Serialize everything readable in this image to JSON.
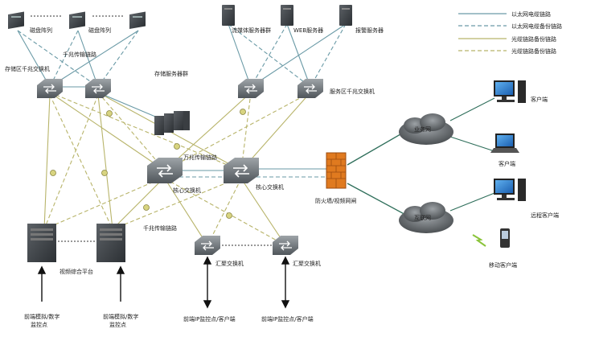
{
  "legend": {
    "eth_main": "以太网电缆链路",
    "eth_backup": "以太网电缆备份链路",
    "fiber_main": "光缆链路备份链路",
    "fiber_backup": "光缆链路备份链路"
  },
  "colors": {
    "eth": "#6a9aa6",
    "fiber": "#b8b46a",
    "device": "#6e7378",
    "cloud": "#5a5f62",
    "firewall": "#e07a1f"
  },
  "labels": {
    "disk_array_1": "磁盘阵列",
    "disk_array_2": "磁盘阵列",
    "gigabit_link_top": "千兆传输链路",
    "storage_switch": "存储区千兆交换机",
    "storage_server": "存储服务器群",
    "media_server": "流媒体服务器群",
    "web_server": "WEB服务器",
    "alarm_server": "报警服务器",
    "service_switch": "服务区千兆交换机",
    "gigabit_link_10g": "万兆传输链路",
    "core_switch_1": "核心交换机",
    "core_switch_2": "核心交换机",
    "firewall": "防火墙/视频网闸",
    "service_net": "业务网",
    "internet": "互联网",
    "client_1": "客户端",
    "client_2": "客户端",
    "remote_client": "远程客户端",
    "mobile_client": "移动客户端",
    "gigabit_link_bottom": "千兆传输链路",
    "video_platform": "视频综合平台",
    "agg_switch_1": "汇聚交换机",
    "agg_switch_2": "汇聚交换机",
    "front_analog_1": "前端模拟/数字\n监控点",
    "front_analog_2": "前端模拟/数字\n监控点",
    "front_ip_1": "前端IP监控点/客户端",
    "front_ip_2": "前端IP监控点/客户端"
  }
}
